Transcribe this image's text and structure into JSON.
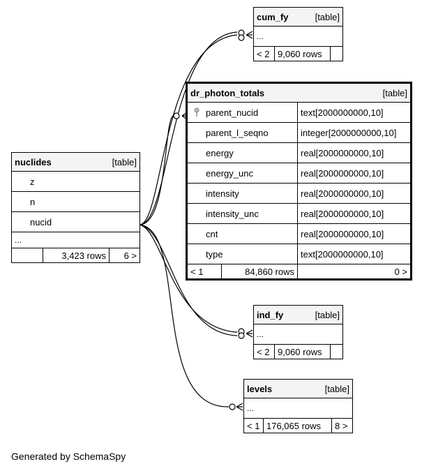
{
  "tables": {
    "cum_fy": {
      "name": "cum_fy",
      "tag": "[table]",
      "ellipsis": "...",
      "footer": {
        "left": "< 2",
        "rows": "9,060 rows",
        "right": ""
      }
    },
    "dr_photon_totals": {
      "name": "dr_photon_totals",
      "tag": "[table]",
      "columns": [
        {
          "name": "parent_nucid",
          "type": "text[2000000000,10]",
          "key": true
        },
        {
          "name": "parent_l_seqno",
          "type": "integer[2000000000,10]"
        },
        {
          "name": "energy",
          "type": "real[2000000000,10]"
        },
        {
          "name": "energy_unc",
          "type": "real[2000000000,10]"
        },
        {
          "name": "intensity",
          "type": "real[2000000000,10]"
        },
        {
          "name": "intensity_unc",
          "type": "real[2000000000,10]"
        },
        {
          "name": "cnt",
          "type": "real[2000000000,10]"
        },
        {
          "name": "type",
          "type": "text[2000000000,10]"
        }
      ],
      "footer": {
        "left": "< 1",
        "rows": "84,860 rows",
        "right": "0 >"
      }
    },
    "nuclides": {
      "name": "nuclides",
      "tag": "[table]",
      "columns": [
        "z",
        "n",
        "nucid"
      ],
      "ellipsis": "...",
      "footer": {
        "left": "",
        "rows": "3,423 rows",
        "right": "6 >"
      }
    },
    "ind_fy": {
      "name": "ind_fy",
      "tag": "[table]",
      "ellipsis": "...",
      "footer": {
        "left": "< 2",
        "rows": "9,060 rows",
        "right": ""
      }
    },
    "levels": {
      "name": "levels",
      "tag": "[table]",
      "ellipsis": "...",
      "footer": {
        "left": "< 1",
        "rows": "176,065 rows",
        "right": "8 >"
      }
    }
  },
  "caption": "Generated by SchemaSpy"
}
